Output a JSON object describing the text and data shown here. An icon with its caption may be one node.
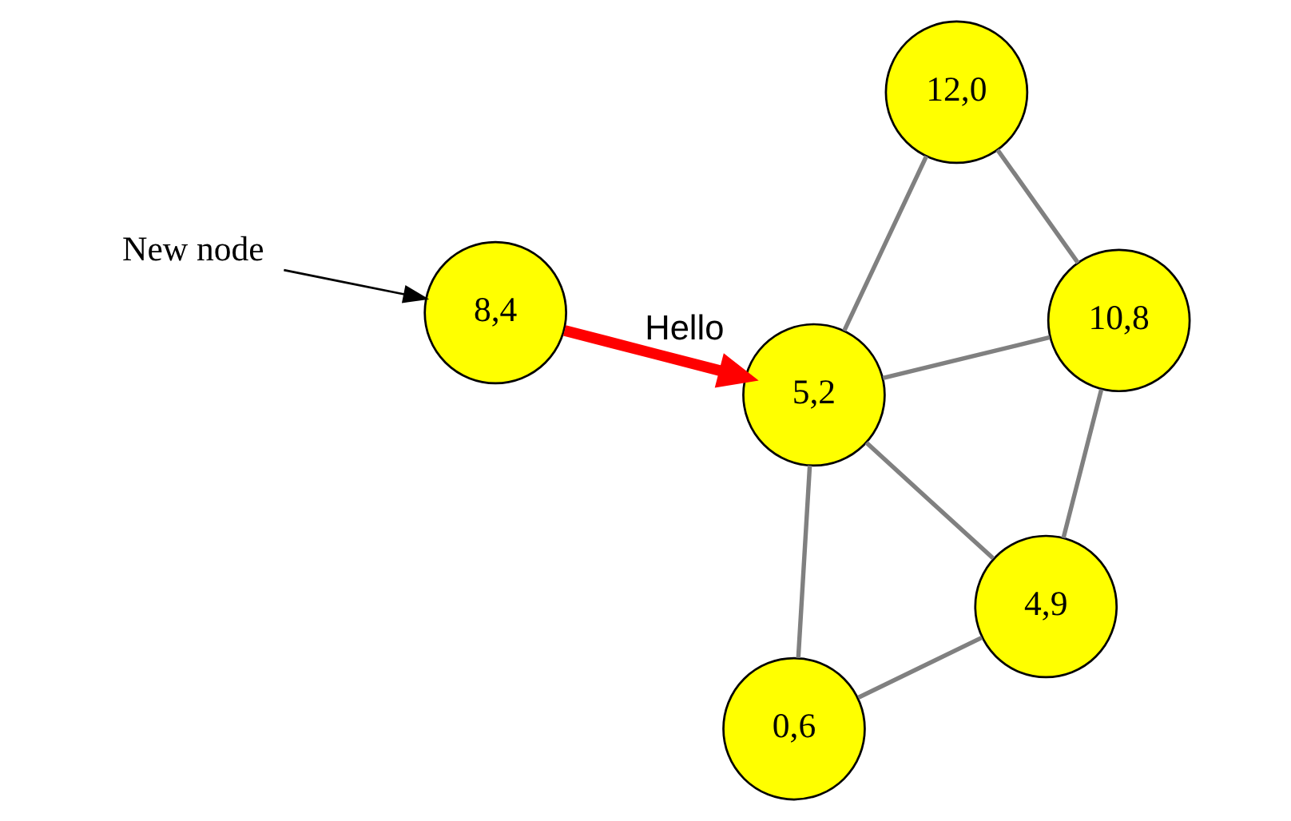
{
  "diagram": {
    "nodes": [
      {
        "text": [
          "4,9"
        ]
      },
      {
        "text": [
          "10,8"
        ]
      },
      {
        "text": [
          "0,6"
        ]
      },
      {
        "text": [
          "8,4"
        ]
      },
      {
        "text": [
          "5,2"
        ]
      },
      {
        "text": [
          "12,0"
        ]
      },
      {
        "text": [
          "New node"
        ]
      }
    ],
    "edges": [
      {
        "from": 2,
        "to": 0,
        "arrow": "none"
      },
      {
        "from": 0,
        "to": 1,
        "arrow": "none"
      },
      {
        "from": 0,
        "to": 4,
        "arrow": "none"
      },
      {
        "from": 2,
        "to": 4,
        "arrow": "none"
      },
      {
        "from": 1,
        "to": 4,
        "arrow": "none"
      },
      {
        "from": 1,
        "to": 5,
        "arrow": "none"
      },
      {
        "from": 4,
        "to": 5,
        "arrow": "none"
      },
      {
        "from": 3,
        "to": 4,
        "arrow": "to",
        "label": "Hello",
        "style": "thick",
        "color": "#ff0000"
      },
      {
        "from": 6,
        "to": 3,
        "arrow": "to",
        "color": "#000000"
      }
    ]
  }
}
